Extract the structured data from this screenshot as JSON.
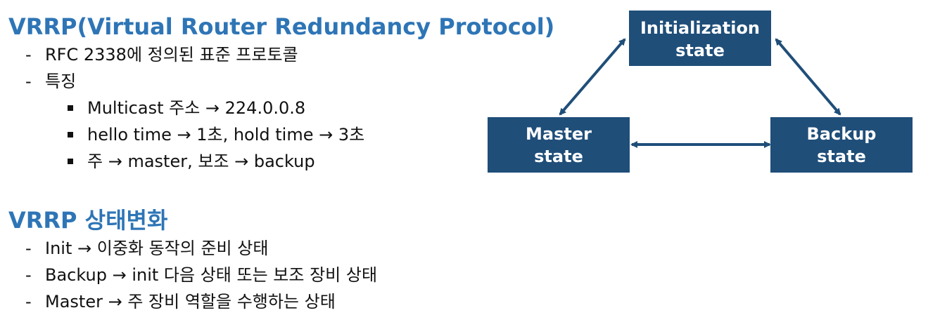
{
  "colors": {
    "heading": "#2e75b6",
    "node_fill": "#1f4e79",
    "edge": "#1f4e79",
    "text": "#111111"
  },
  "sections": [
    {
      "heading": "VRRP(Virtual Router Redundancy Protocol)",
      "items": [
        {
          "marker": "-",
          "level": 1,
          "text": "RFC 2338에 정의된 표준 프로토콜"
        },
        {
          "marker": "-",
          "level": 1,
          "text": "특징"
        },
        {
          "marker": "square",
          "level": 2,
          "text": "Multicast 주소 → 224.0.0.8"
        },
        {
          "marker": "square",
          "level": 2,
          "text": "hello time → 1초, hold time → 3초"
        },
        {
          "marker": "square",
          "level": 2,
          "text": "주 → master, 보조 → backup"
        }
      ]
    },
    {
      "heading": "VRRP 상태변화",
      "items": [
        {
          "marker": "-",
          "level": 1,
          "text": "Init → 이중화 동작의 준비 상태"
        },
        {
          "marker": "-",
          "level": 1,
          "text": "Backup → init 다음 상태 또는 보조 장비 상태"
        },
        {
          "marker": "-",
          "level": 1,
          "text": "Master → 주 장비 역할을 수행하는 상태"
        }
      ]
    }
  ],
  "diagram": {
    "nodes": [
      {
        "id": "init",
        "lines": [
          "Initialization",
          "state"
        ]
      },
      {
        "id": "master",
        "lines": [
          "Master",
          "state"
        ]
      },
      {
        "id": "backup",
        "lines": [
          "Backup",
          "state"
        ]
      }
    ],
    "edges": [
      {
        "from": "init",
        "to": "master",
        "bidirectional": true
      },
      {
        "from": "init",
        "to": "backup",
        "bidirectional": true
      },
      {
        "from": "master",
        "to": "backup",
        "bidirectional": true
      }
    ]
  }
}
